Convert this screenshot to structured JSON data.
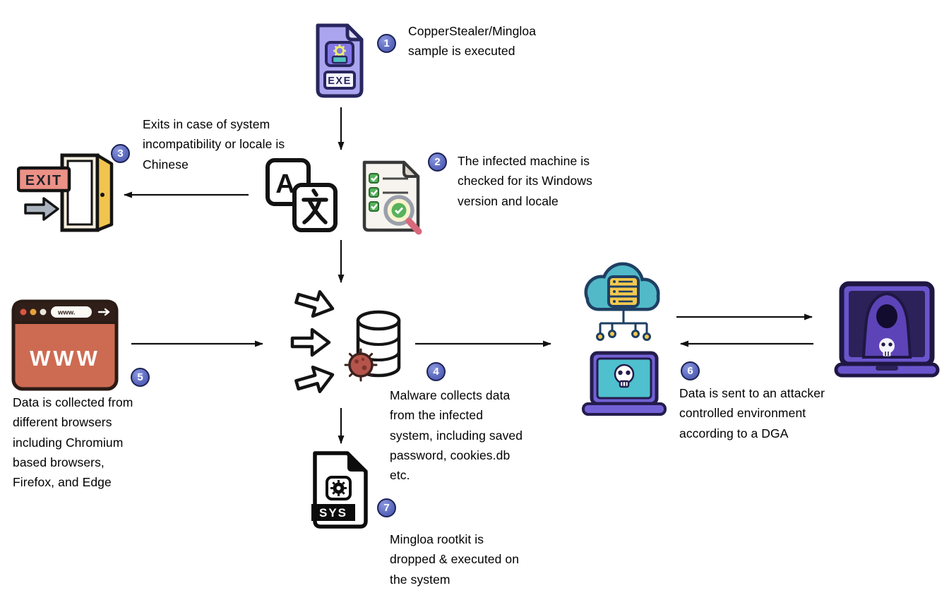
{
  "steps": [
    {
      "num": "1",
      "text": "CopperStealer/Mingloa sample is executed"
    },
    {
      "num": "2",
      "text": "The infected machine is checked for its Windows version and locale"
    },
    {
      "num": "3",
      "text": "Exits in case of system incompatibility or locale is Chinese"
    },
    {
      "num": "4",
      "text": "Malware collects data from the infected system, including saved password, cookies.db etc."
    },
    {
      "num": "5",
      "text": "Data is collected from different browsers including Chromium based browsers, Firefox, and Edge"
    },
    {
      "num": "6",
      "text": "Data is sent to an attacker controlled environment according to a DGA"
    },
    {
      "num": "7",
      "text": "Mingloa rootkit is dropped & executed on the system"
    }
  ],
  "icon_labels": {
    "exe_file": "EXE",
    "sys_file": "SYS",
    "exit_sign": "EXIT",
    "browser_www": "WWW",
    "browser_url": "www.",
    "translate_letter": "A",
    "translate_cjk": "文"
  },
  "colors": {
    "badge": "#5a68bd",
    "badge_ring": "#1d2256",
    "exe_file_body": "#aba5ef",
    "browser_body": "#cd6b52",
    "door": "#f1c44f",
    "exit_sign": "#ec9186",
    "cloud": "#52b9c8",
    "server": "#f3c94d",
    "laptop_purple": "#6a55cc",
    "virus": "#b5544a",
    "check_green": "#58b25c",
    "arrow": "#111111"
  }
}
